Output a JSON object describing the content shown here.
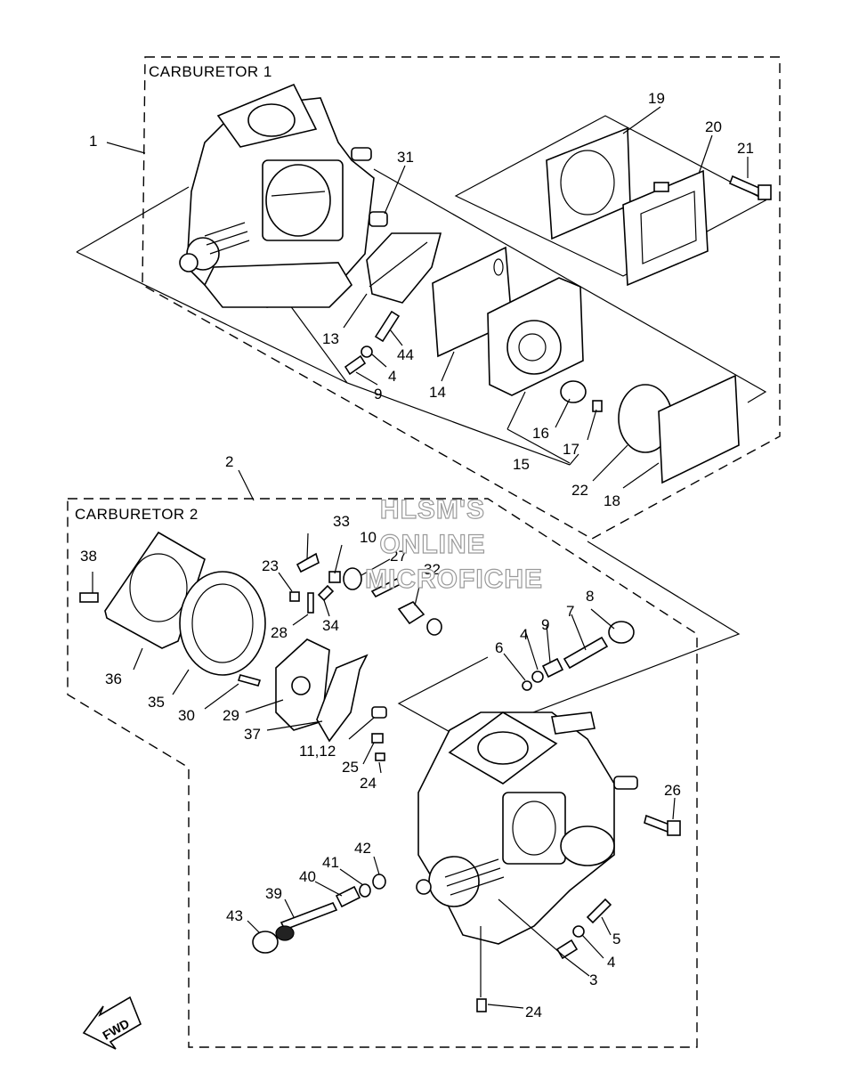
{
  "groups": {
    "carb1_title": "CARBURETOR 1",
    "carb2_title": "CARBURETOR 2"
  },
  "watermark": [
    "HLSM'S",
    "ONLINE",
    "MICROFICHE"
  ],
  "fwd_label": "FWD",
  "callouts": {
    "c1": "1",
    "c2": "2",
    "c3": "3",
    "c4a": "4",
    "c4b": "4",
    "c4c": "4",
    "c5": "5",
    "c6": "6",
    "c7": "7",
    "c8": "8",
    "c9a": "9",
    "c9b": "9",
    "c10": "10",
    "c11_12": "11,12",
    "c13": "13",
    "c14": "14",
    "c15": "15",
    "c16": "16",
    "c17": "17",
    "c18": "18",
    "c19": "19",
    "c20": "20",
    "c21": "21",
    "c22": "22",
    "c23": "23",
    "c24a": "24",
    "c24b": "24",
    "c25": "25",
    "c26": "26",
    "c27": "27",
    "c28": "28",
    "c29": "29",
    "c30": "30",
    "c31": "31",
    "c32": "32",
    "c33": "33",
    "c34": "34",
    "c35": "35",
    "c36": "36",
    "c37": "37",
    "c38": "38",
    "c39": "39",
    "c40": "40",
    "c41": "41",
    "c42": "42",
    "c43": "43",
    "c44": "44"
  }
}
